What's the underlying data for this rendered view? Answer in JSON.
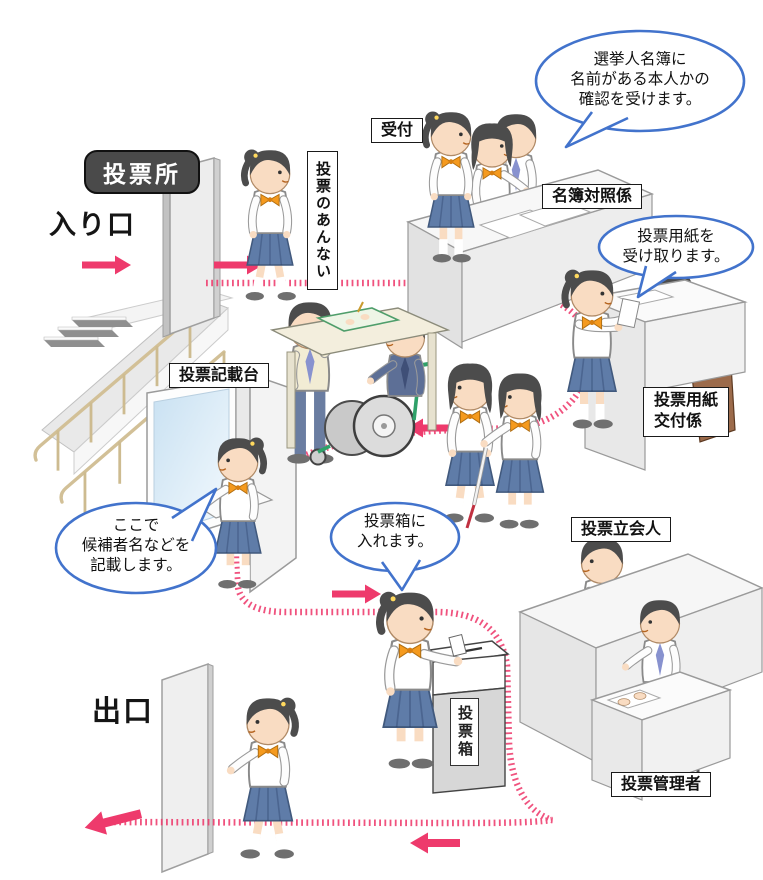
{
  "labels": {
    "station": "投票所",
    "entrance": "入り口",
    "exit": "出口",
    "reception": "受付",
    "roster_clerk": "名簿対照係",
    "guide_sign": "投票のあんない",
    "ballot_clerk": [
      "投票用紙",
      "交付係"
    ],
    "booth": "投票記載台",
    "witnesses": "投票立会人",
    "manager": "投票管理者",
    "ballot_box": "投票箱"
  },
  "bubbles": {
    "roster_check": [
      "選挙人名簿に",
      "名前がある本人かの",
      "確認を受けます。"
    ],
    "receive_ballot": [
      "投票用紙を",
      "受け取ります。"
    ],
    "write_candidates": [
      "ここで",
      "候補者名などを",
      "記載します。"
    ],
    "insert_box": [
      "投票箱に",
      "入れます。"
    ]
  },
  "colors": {
    "route_pink": "#ee3a6c",
    "bubble_blue": "#4273cc",
    "station_label_bg": "#4a4a4a",
    "uniform_skirt": "#5f7ca8",
    "bow_orange": "#f59a1e",
    "wheelchair_green": "#2fa169"
  }
}
